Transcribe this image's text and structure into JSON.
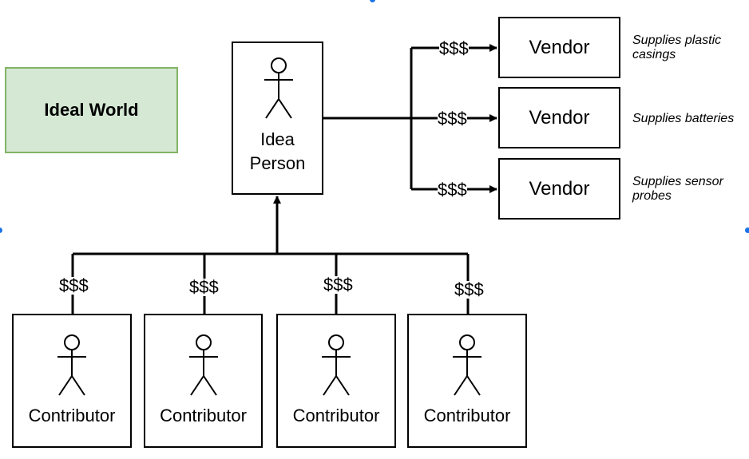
{
  "title": "Ideal World",
  "idea_person": {
    "label_line1": "Idea",
    "label_line2": "Person"
  },
  "vendors": [
    {
      "label": "Vendor",
      "note_line1": "Supplies plastic",
      "note_line2": "casings"
    },
    {
      "label": "Vendor",
      "note_line1": "Supplies batteries",
      "note_line2": ""
    },
    {
      "label": "Vendor",
      "note_line1": "Supplies sensor",
      "note_line2": "probes"
    }
  ],
  "payment_label": "$$$",
  "contributors": [
    {
      "label": "Contributor"
    },
    {
      "label": "Contributor"
    },
    {
      "label": "Contributor"
    },
    {
      "label": "Contributor"
    }
  ],
  "colors": {
    "title_fill": "#d5e8d4",
    "title_border": "#82b366",
    "selection_dot": "#1a73e8"
  }
}
